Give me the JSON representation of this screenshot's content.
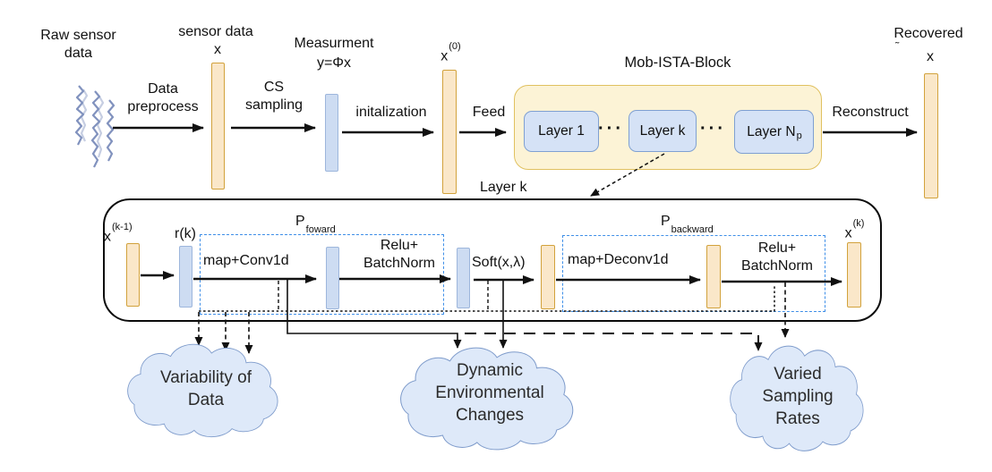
{
  "top": {
    "raw_label_l1": "Raw sensor",
    "raw_label_l2": "data",
    "preprocess_l1": "Data",
    "preprocess_l2": "preprocess",
    "sensor_data_label": "sensor data",
    "sensor_x": "x",
    "cs_l1": "CS",
    "cs_l2": "sampling",
    "measurement_l1": "Measurment",
    "measurement_l2": "y=Φx",
    "init_label": "initalization",
    "x0_base": "x",
    "x0_sup": "(0)",
    "feed_label": "Feed",
    "block_title": "Mob-ISTA-Block",
    "layer1": "Layer 1",
    "dots1": "···",
    "layerk": "Layer k",
    "dots2": "···",
    "layerN_base": "Layer N",
    "layerN_sub": "p",
    "reconstruct_label": "Reconstruct",
    "recovered_label": "Recovered",
    "recovered_tilde": "˜",
    "recovered_x": "x"
  },
  "layerk_box": {
    "title": "Layer k",
    "xkm1_base": "x",
    "xkm1_sup": "(k-1)",
    "rk_label": "r(k)",
    "pforward_base": "P",
    "pforward_sub": "foward",
    "map_conv": "map+Conv1d",
    "relu1_l1": "Relu+",
    "relu1_l2": "BatchNorm",
    "soft_label": "Soft(x,λ)",
    "pbackward_base": "P",
    "pbackward_sub": "backward",
    "map_deconv": "map+Deconv1d",
    "relu2_l1": "Relu+",
    "relu2_l2": "BatchNorm",
    "xk_base": "x",
    "xk_sup": "(k)"
  },
  "clouds": [
    {
      "lines": [
        "Variability of",
        "Data"
      ]
    },
    {
      "lines": [
        "Dynamic",
        "Environmental",
        "Changes"
      ]
    },
    {
      "lines": [
        "Varied",
        "Sampling",
        "Rates"
      ]
    }
  ],
  "colors": {
    "orange_bar_fill": "#FAE7C9",
    "orange_bar_border": "#D2A23C",
    "blue_bar_fill": "#CDDCF2",
    "blue_bar_border": "#9DB6DC",
    "block_fill": "#FCF3D6",
    "block_border": "#E0C160",
    "layerbox_fill": "#D5E2F6",
    "layerbox_border": "#7FA0D2",
    "dashed_box_blue": "#3F8FE8",
    "cloud_fill": "#DEE9F9",
    "cloud_border": "#7E9BCB",
    "line_black": "#111111",
    "signal_blue": "#7487B8"
  }
}
